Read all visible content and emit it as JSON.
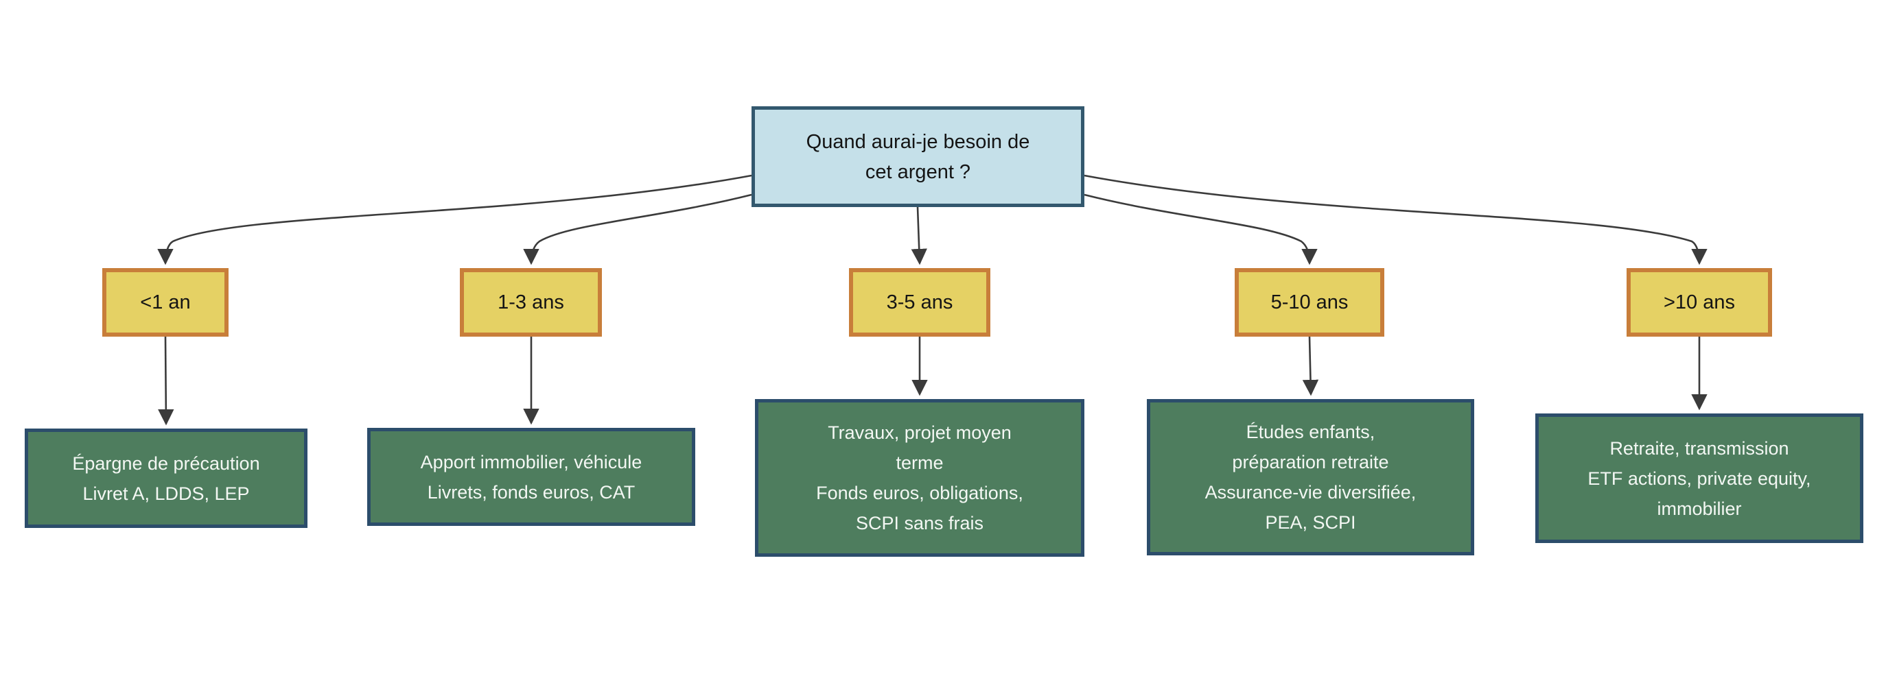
{
  "diagram": {
    "title_question": "Quand aurai-je besoin de\ncet argent ?",
    "branches": [
      {
        "horizon": "<1 an",
        "detail": "Épargne de précaution\nLivret A, LDDS, LEP"
      },
      {
        "horizon": "1-3 ans",
        "detail": "Apport immobilier, véhicule\nLivrets, fonds euros, CAT"
      },
      {
        "horizon": "3-5 ans",
        "detail": "Travaux, projet moyen\nterme\nFonds euros, obligations,\nSCPI sans frais"
      },
      {
        "horizon": "5-10 ans",
        "detail": "Études enfants,\npréparation retraite\nAssurance-vie diversifiée,\nPEA, SCPI"
      },
      {
        "horizon": ">10 ans",
        "detail": "Retraite, transmission\nETF actions, private equity,\nimmobilier"
      }
    ]
  },
  "palette": {
    "root_fill": "#c5e0e9",
    "root_border": "#33586e",
    "horizon_fill": "#e5d164",
    "horizon_border": "#c87e3a",
    "detail_fill": "#4e7d5e",
    "detail_border": "#2c4d6b",
    "edge_color": "#3b3b3b",
    "root_text": "#141414",
    "horizon_text": "#141414",
    "detail_text": "#f3f7f3",
    "canvas_bg": "#ffffff"
  }
}
